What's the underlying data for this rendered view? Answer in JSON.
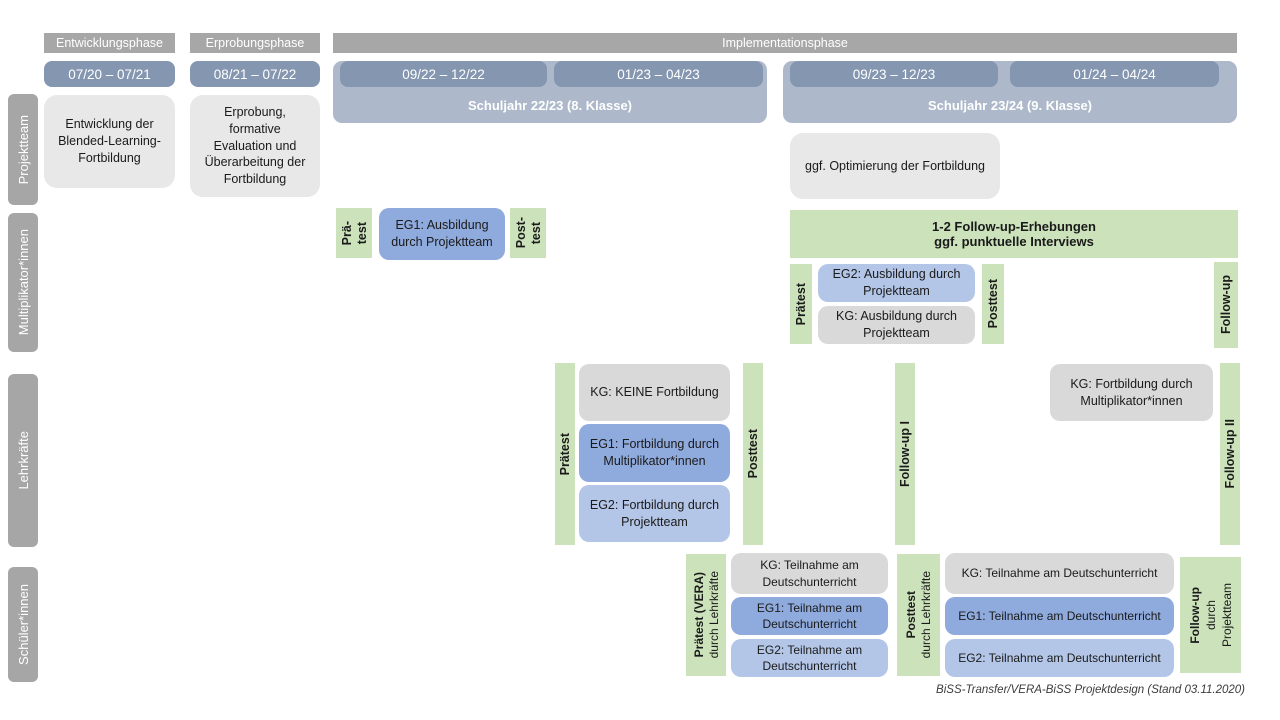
{
  "header": {
    "phases": {
      "entwicklung": "Entwicklungsphase",
      "erprobung": "Erprobungsphase",
      "implementation": "Implementationsphase"
    },
    "periods": {
      "d1": "07/20 – 07/21",
      "d2": "08/21 – 07/22",
      "d3": "09/22 – 12/22",
      "d4": "01/23 – 04/23",
      "d5": "09/23 – 12/23",
      "d6": "01/24 – 04/24"
    },
    "school_years": {
      "sy1": "Schuljahr 22/23 (8. Klasse)",
      "sy2": "Schuljahr 23/24 (9. Klasse)"
    }
  },
  "row_labels": {
    "projektteam": "Projektteam",
    "multiplikatoren": "Multiplikator*innen",
    "lehrkraefte": "Lehrkräfte",
    "schueler": "Schüler*innen"
  },
  "projektteam": {
    "entwicklung": "Entwicklung der Blended-Learning-Fortbildung",
    "erprobung": "Erprobung, formative Evaluation und Überarbeitung der Fortbildung",
    "optimierung": "ggf. Optimierung der Fortbildung"
  },
  "multiplikatoren": {
    "pretest_line1": "Prä-",
    "pretest_line2": "test",
    "eg1": "EG1: Ausbildung durch Projektteam",
    "posttest_line1": "Post-",
    "posttest_line2": "test",
    "followup_info_line1": "1-2 Follow-up-Erhebungen",
    "followup_info_line2": "ggf. punktuelle Interviews",
    "pretest2": "Prätest",
    "eg2": "EG2: Ausbildung durch Projektteam",
    "kg": "KG: Ausbildung durch Projektteam",
    "posttest2": "Posttest",
    "followup": "Follow-up"
  },
  "lehrkraefte": {
    "pretest": "Prätest",
    "kg": "KG: KEINE Fortbildung",
    "eg1": "EG1: Fortbildung durch Multiplikator*innen",
    "eg2": "EG2: Fortbildung durch Projektteam",
    "posttest": "Posttest",
    "followup1": "Follow-up I",
    "kg2": "KG: Fortbildung durch Multiplikator*innen",
    "followup2": "Follow-up II"
  },
  "schueler": {
    "pretest_main": "Prätest (VERA)",
    "pretest_sub": "durch Lehrkräfte",
    "kg": "KG: Teilnahme am Deutschunterricht",
    "eg1": "EG1: Teilnahme am Deutschunterricht",
    "eg2": "EG2: Teilnahme am Deutschunterricht",
    "posttest_main": "Posttest",
    "posttest_sub": "durch Lehrkräfte",
    "kg_b": "KG: Teilnahme am Deutschunterricht",
    "eg1_b": "EG1: Teilnahme am Deutschunterricht",
    "eg2_b": "EG2: Teilnahme am Deutschunterricht",
    "followup_main": "Follow-up",
    "followup_sub1": "durch",
    "followup_sub2": "Projektteam"
  },
  "caption": "BiSS-Transfer/VERA-BiSS Projektdesign (Stand 03.11.2020)",
  "colors": {
    "phase_bar": "#A7A7A7",
    "date_bar": "#8496B0",
    "schuljahr_bar": "#ADB9CA",
    "row_label": "#A6A6A6",
    "box_gray_light": "#E9E8E8",
    "box_gray": "#D9D9D9",
    "box_blue": "#8FAADC",
    "box_blue_light": "#B4C6E7",
    "box_green": "#CBE2BB"
  }
}
